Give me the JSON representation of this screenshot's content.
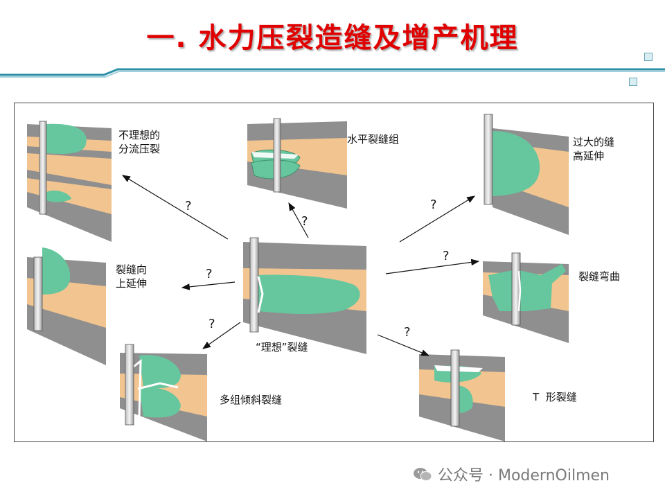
{
  "title": "一. 水力压裂造缝及增产机理",
  "diagram": {
    "labels": {
      "top_left": "不理想的\n分流压裂",
      "top_center": "水平裂缝组",
      "top_right": "过大的缝\n高延伸",
      "mid_left": "裂缝向\n上延伸",
      "mid_right": "裂缝弯曲",
      "center": "“理想”裂缝",
      "bottom_left": "多组倾斜裂缝",
      "bottom_right": "T  形裂缝"
    },
    "question_mark": "?"
  },
  "watermark": "公众号 · ModernOilmen",
  "colors": {
    "title": "#e00000",
    "rock_gray": "#8f8f8f",
    "pay_tan": "#f2c490",
    "fracture_green": "#66c79e",
    "line_teal": "#2e8fa8"
  }
}
